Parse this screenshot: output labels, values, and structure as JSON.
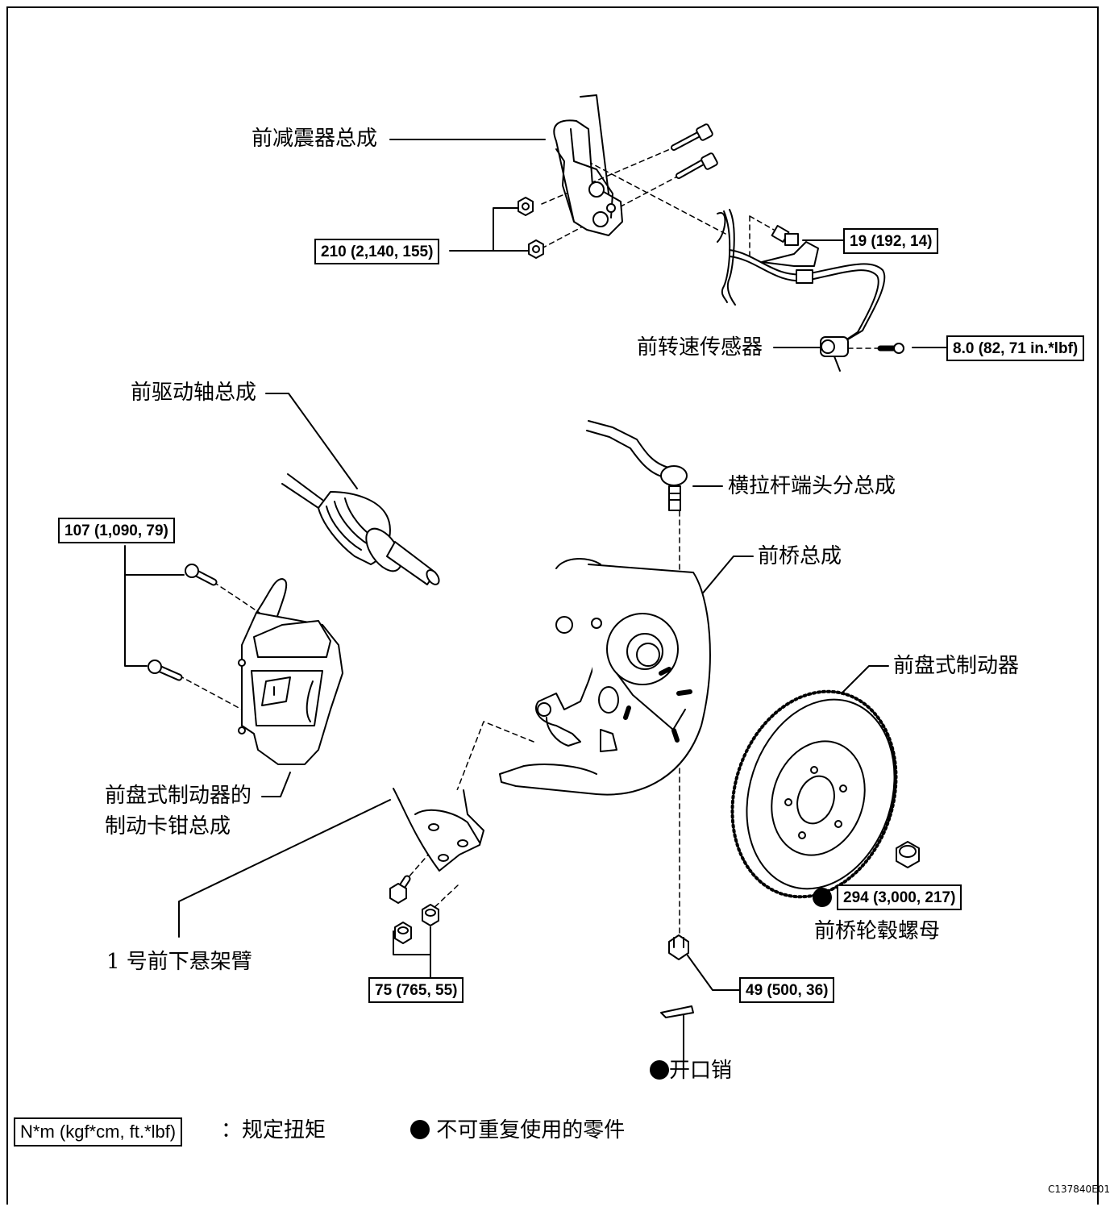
{
  "labels": {
    "front_shock_absorber": "前减震器总成",
    "front_speed_sensor": "前转速传感器",
    "front_drive_shaft": "前驱动轴总成",
    "tie_rod_end": "横拉杆端头分总成",
    "front_axle": "前桥总成",
    "front_disc_brake": "前盘式制动器",
    "caliper_line1": "前盘式制动器的",
    "caliper_line2": "制动卡钳总成",
    "lower_arm": "1 号前下悬架臂",
    "hub_nut": "前桥轮毂螺母",
    "cotter_pin": "开口销"
  },
  "torques": {
    "shock_nuts": "210 (2,140, 155)",
    "sensor_bracket": "19 (192, 14)",
    "sensor_bolt": "8.0 (82, 71 in.*lbf)",
    "caliper_bolts": "107 (1,090, 79)",
    "hub_nut": "294 (3,000, 217)",
    "tie_rod_nut": "49 (500, 36)",
    "lower_arm": "75 (765, 55)"
  },
  "legend": {
    "unit_box": "N*m (kgf*cm, ft.*lbf)",
    "unit_desc": "：规定扭矩",
    "nonreusable_desc": "不可重复使用的零件"
  },
  "figure_code": "C137840E01"
}
